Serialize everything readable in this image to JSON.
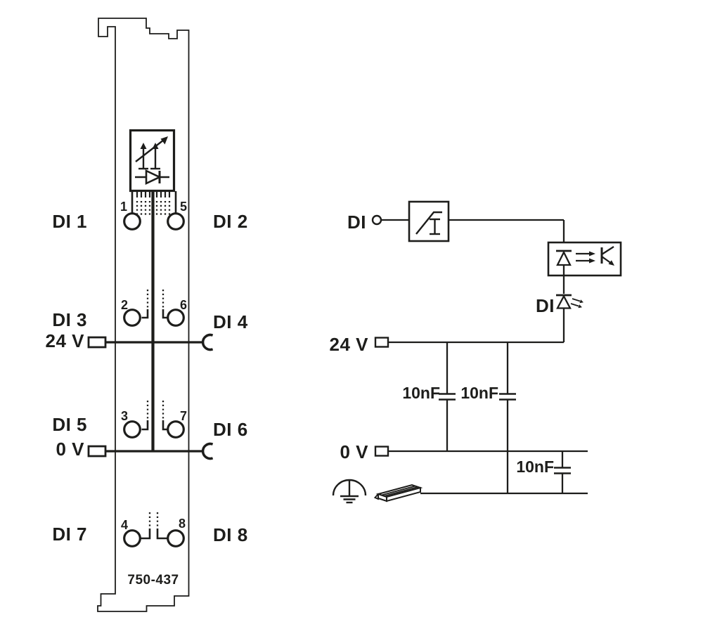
{
  "module": {
    "part_number": "750-437",
    "channels_left": [
      "DI 1",
      "DI 3",
      "DI 5",
      "DI 7"
    ],
    "channels_right": [
      "DI 2",
      "DI 4",
      "DI 6",
      "DI 8"
    ],
    "rail_24v_label": "24 V",
    "rail_0v_label": "0 V",
    "pins_left": [
      "1",
      "2",
      "3",
      "4"
    ],
    "pins_right": [
      "5",
      "6",
      "7",
      "8"
    ]
  },
  "schematic": {
    "input_label": "DI",
    "status_led_label": "DI",
    "rail_24v_label": "24 V",
    "rail_0v_label": "0 V",
    "cap1": "10nF",
    "cap2": "10nF",
    "cap3": "10nF"
  },
  "colors": {
    "ink": "#1d1d1b",
    "background": "#ffffff"
  }
}
